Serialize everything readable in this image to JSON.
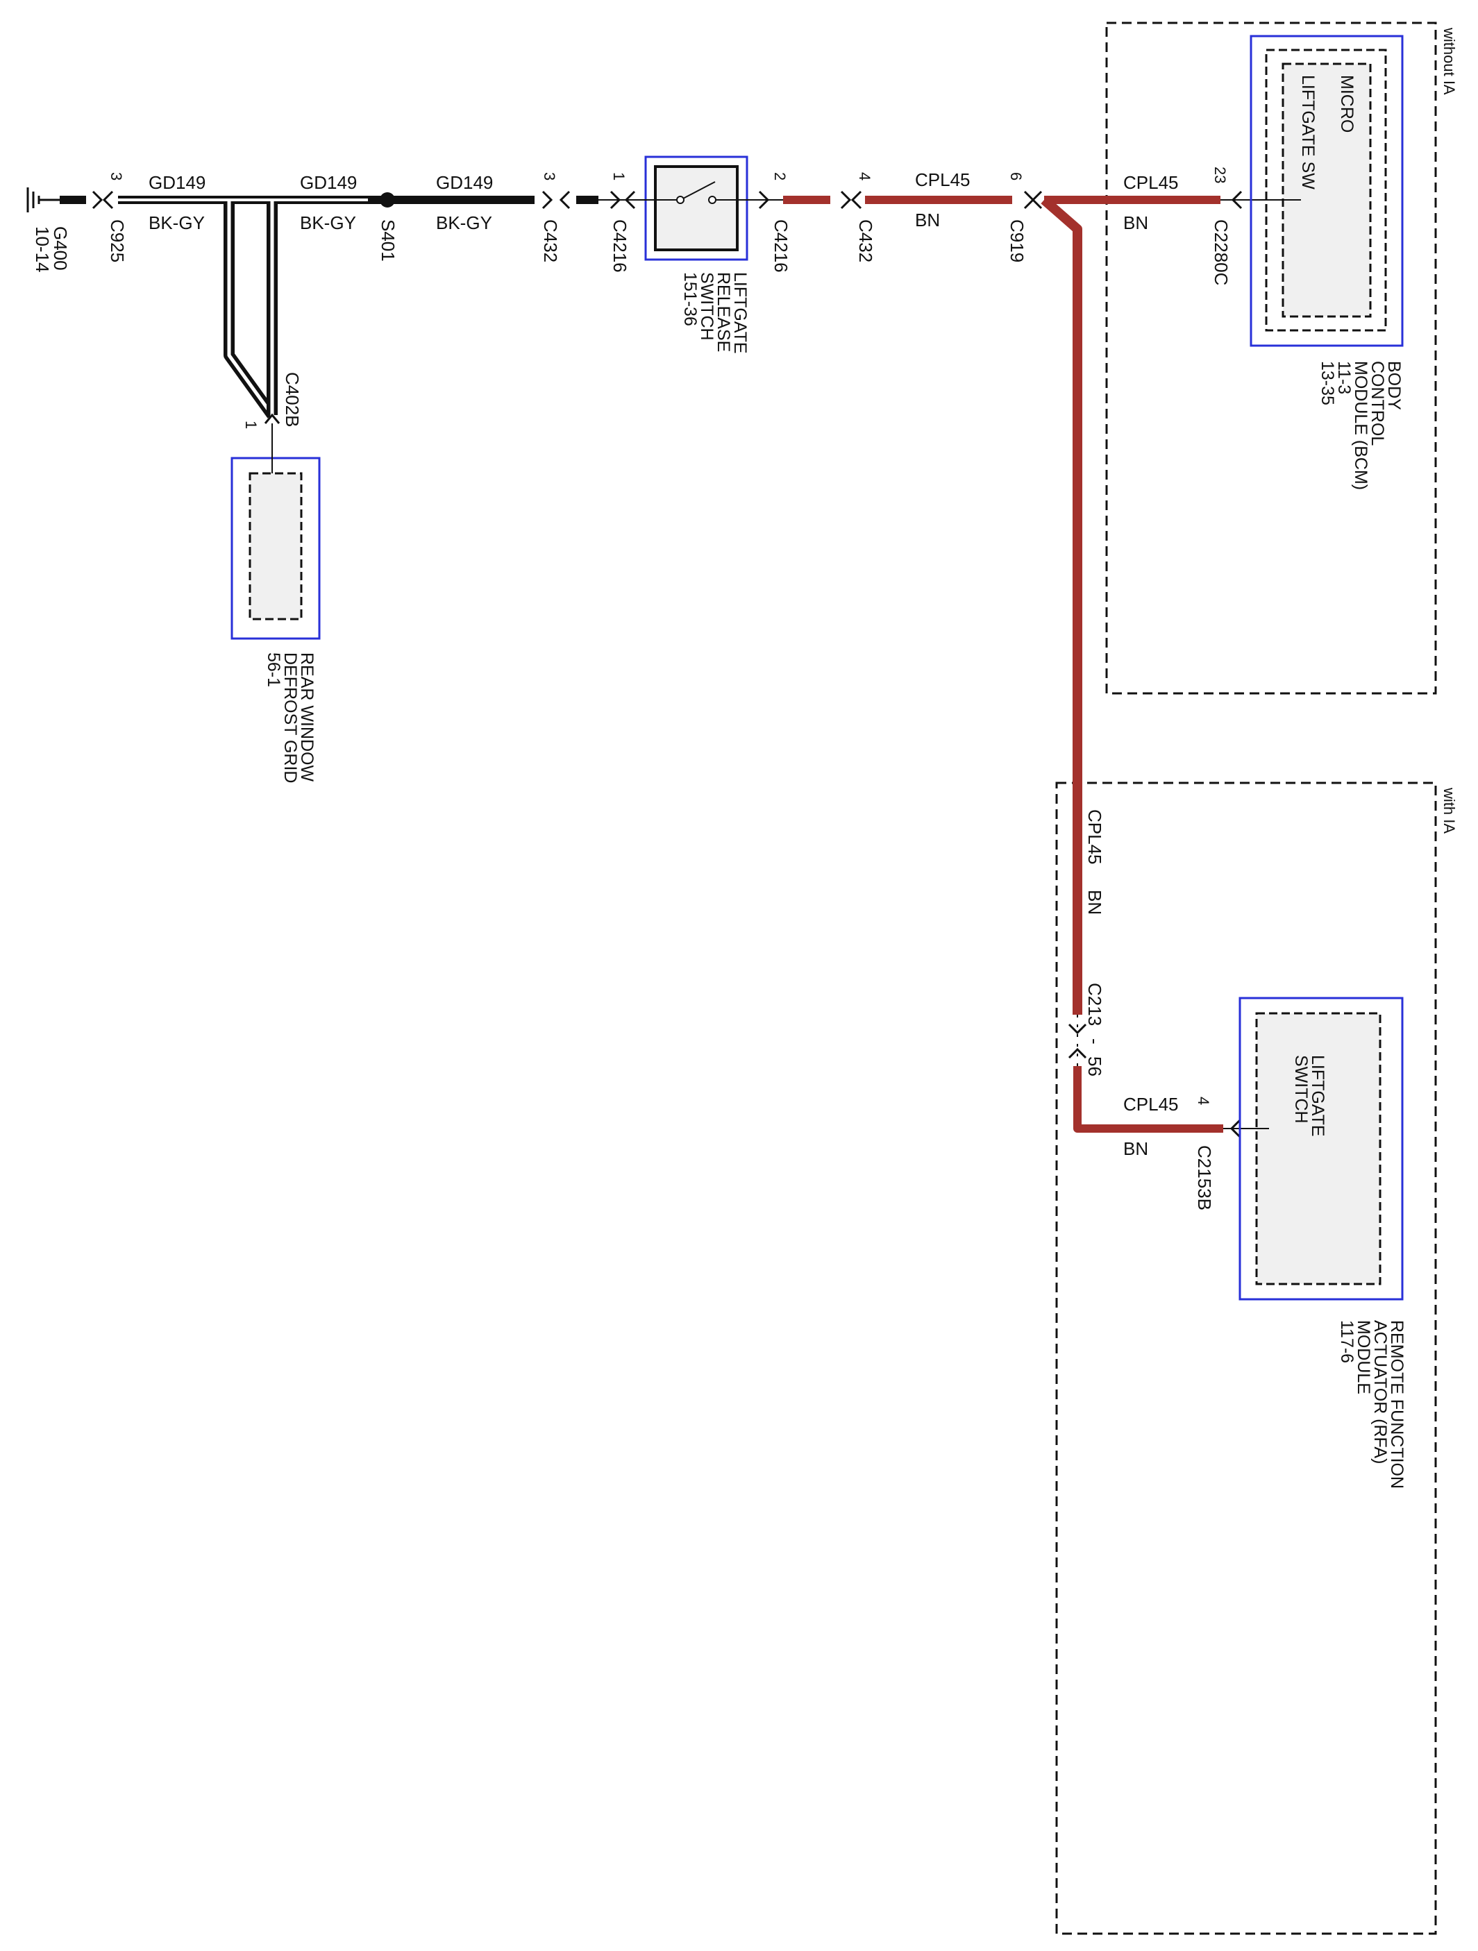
{
  "colors": {
    "ground_wire": "#111111",
    "power_wire": "#a3312c",
    "module_border": "#2830d8",
    "module_fill": "#f0f0f0",
    "dash": "#111111"
  },
  "regions": {
    "without_ia": "without IA",
    "with_ia": "with IA"
  },
  "ground": {
    "name": "G400",
    "ref": "10-14"
  },
  "connectors": {
    "c925": {
      "name": "C925",
      "pin": "3"
    },
    "s401": {
      "name": "S401"
    },
    "c432_left": {
      "name": "C432",
      "pin": "3"
    },
    "c4216_left": {
      "name": "C4216",
      "pin": "1"
    },
    "c4216_right": {
      "name": "C4216",
      "pin": "2"
    },
    "c432_right": {
      "name": "C432",
      "pin": "4"
    },
    "c919": {
      "name": "C919",
      "pin": "6"
    },
    "c2280c": {
      "name": "C2280C",
      "pin": "23"
    },
    "c402b": {
      "name": "C402B",
      "pin": "1"
    },
    "c213": {
      "name": "C213",
      "pin": "56",
      "sep": "-"
    },
    "c2153b": {
      "name": "C2153B",
      "pin": "4"
    }
  },
  "wires": {
    "gd149_1": {
      "circuit": "GD149",
      "color": "BK-GY"
    },
    "gd149_2": {
      "circuit": "GD149",
      "color": "BK-GY"
    },
    "gd149_3": {
      "circuit": "GD149",
      "color": "BK-GY"
    },
    "cpl45_1": {
      "circuit": "CPL45",
      "color": "BN"
    },
    "cpl45_2": {
      "circuit": "CPL45",
      "color": "BN"
    },
    "cpl45_vert": {
      "circuit": "CPL45",
      "color": "BN"
    },
    "cpl45_3": {
      "circuit": "CPL45",
      "color": "BN"
    }
  },
  "components": {
    "liftgate_release_switch": {
      "lines": [
        "LIFTGATE",
        "RELEASE",
        "SWITCH",
        "151-36"
      ]
    },
    "bcm": {
      "inner_label": [
        "MICRO",
        "LIFTGATE SW"
      ],
      "lines": [
        "BODY",
        "CONTROL",
        "MODULE (BCM)",
        "11-3",
        "13-35"
      ]
    },
    "rear_window_defrost": {
      "lines": [
        "REAR WINDOW",
        "DEFROST GRID",
        "56-1"
      ]
    },
    "rfa": {
      "inner_label": [
        "LIFTGATE",
        "SWITCH"
      ],
      "lines": [
        "REMOTE FUNCTION",
        "ACTUATOR (RFA)",
        "MODULE",
        "117-6"
      ]
    }
  }
}
